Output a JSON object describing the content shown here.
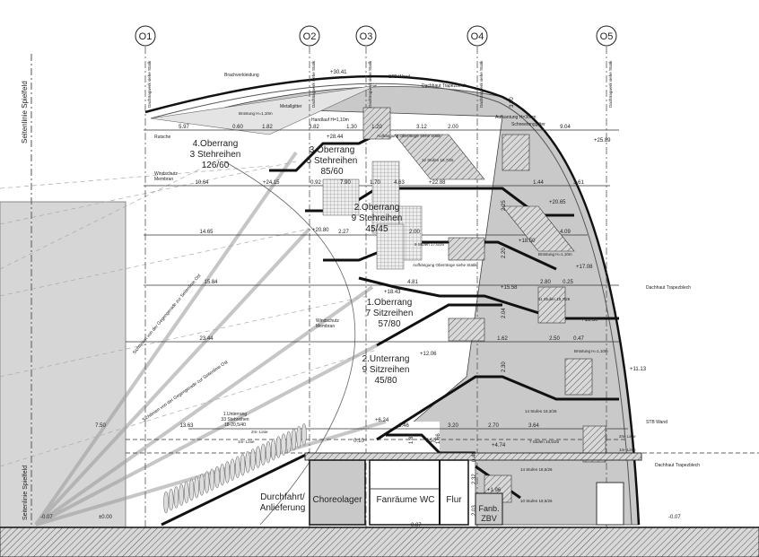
{
  "axes": [
    "O1",
    "O2",
    "O3",
    "O4",
    "O5"
  ],
  "side_line": "Seitenlinie Spielfeld",
  "axis_notes": "Dachtragwerk siehe Statik",
  "tiers": {
    "t4": [
      "4.Oberrang",
      "3 Stehreihen",
      "126/60"
    ],
    "t3": [
      "3.Oberrang",
      "5 Stehreihen",
      "85/60"
    ],
    "t2": [
      "2.Oberrang",
      "9 Stehreihen",
      "45/45"
    ],
    "t1": [
      "1.Oberrang",
      "7 Sitzreihen",
      "57/80"
    ],
    "u2": [
      "2.Unterrang",
      "9 Sitzreihen",
      "45/80"
    ],
    "u1": [
      "1.Unterrang",
      "33 Stehreihen",
      "18-20,5/40"
    ]
  },
  "rooms": {
    "durchfahrt": [
      "Durchfahrt/",
      "Anlieferung"
    ],
    "choreolager": "Choreolager",
    "fanraeume": "Fanräume WC",
    "flur": "Flur",
    "fanb": [
      "Fanb.",
      "ZBV"
    ]
  },
  "annotations": {
    "brach": "Brachverkleidung",
    "stb_wand": "STB Wand",
    "dachhaut": "Dachhaut Trapezblech",
    "metallgitter": "Metallgitter",
    "handlauf": "Handlauf H=1,10m",
    "aufkantung": "Aufkantung H=30cm",
    "schneefang": "Schneefanggitter",
    "windschutz": [
      "Windschutz",
      "Membran"
    ],
    "rutsche": "Rutsche",
    "bruestung": "Brüstung H=1,10m",
    "aufhaengung": "Aufhängung Oberränge siehe Statik",
    "line2m": "2m- Linie",
    "line1m": "1m- Linie",
    "stufen": [
      "12 Stufen 18,7/26",
      "11 Stufen 18,7/26",
      "14 Stufen 18,3/26",
      "14 Stufen 18,5/26",
      "10 Stufen 18,5/26",
      "7 Stufen 18,5/26",
      "9 Stufen 17,6/26"
    ],
    "sightline": "Sichtlinien von der Gegengerade zur Seitenlinie Ost"
  },
  "levels": [
    "+30.41",
    "+28.44",
    "+25.89",
    "+24.15",
    "+22.88",
    "+20.65",
    "+20.80",
    "+18.50",
    "+18.43",
    "+17.08",
    "+15.58",
    "+13.30",
    "+12.06",
    "+11.13",
    "+6.24",
    "+4.74",
    "+1.96",
    "±0.00",
    "-0.07",
    "-0.07",
    "-0.07"
  ],
  "dims": {
    "row1": [
      "5.97",
      "0.60",
      "1.82",
      "3.82",
      "1.30",
      "1.20",
      "3.12",
      "2.00",
      "9.04"
    ],
    "row2": [
      "10.64",
      "0.92",
      "7.90",
      "1.70",
      "4.63",
      "1.44",
      "3.61"
    ],
    "row3": [
      "14.65",
      "2.27",
      "2.00",
      "4.09"
    ],
    "row4": [
      "15.84",
      "4.81",
      "2.80",
      "0.25"
    ],
    "row5": [
      "23.44",
      "1.62",
      "2.50",
      "0.47"
    ],
    "row6": [
      "13.63",
      "1.46",
      "3.20",
      "2.70",
      "3.64"
    ],
    "row7": [
      "7.50",
      "0.10",
      "7.50"
    ],
    "vert": [
      "3.90",
      "2.25",
      "2.20",
      "2.04",
      "2.30",
      "1.81",
      "1.66",
      "0.46",
      "2.32",
      "2.03"
    ]
  },
  "colors": {
    "fill_gray": "#c8c8c8",
    "dark": "#1a1a1a",
    "light_gray": "#e2e2e2"
  }
}
